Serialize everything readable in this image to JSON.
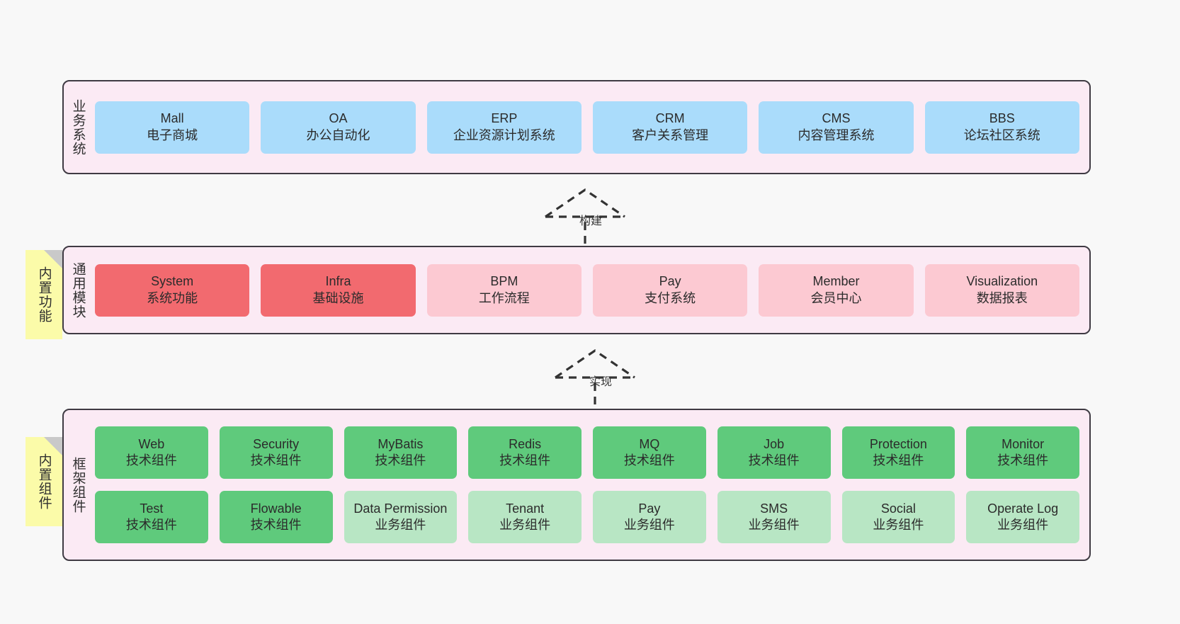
{
  "layers": [
    {
      "id": "business",
      "label": "业务系统",
      "rows": [
        {
          "cells": [
            {
              "title": "Mall",
              "subtitle": "电子商城",
              "style": "c-blue"
            },
            {
              "title": "OA",
              "subtitle": "办公自动化",
              "style": "c-blue"
            },
            {
              "title": "ERP",
              "subtitle": "企业资源计划系统",
              "style": "c-blue"
            },
            {
              "title": "CRM",
              "subtitle": "客户关系管理",
              "style": "c-blue"
            },
            {
              "title": "CMS",
              "subtitle": "内容管理系统",
              "style": "c-blue"
            },
            {
              "title": "BBS",
              "subtitle": "论坛社区系统",
              "style": "c-blue"
            }
          ]
        }
      ]
    },
    {
      "id": "common",
      "label": "通用模块",
      "sticky": "内置功能",
      "rows": [
        {
          "cells": [
            {
              "title": "System",
              "subtitle": "系统功能",
              "style": "c-red"
            },
            {
              "title": "Infra",
              "subtitle": "基础设施",
              "style": "c-red"
            },
            {
              "title": "BPM",
              "subtitle": "工作流程",
              "style": "c-pink"
            },
            {
              "title": "Pay",
              "subtitle": "支付系统",
              "style": "c-pink"
            },
            {
              "title": "Member",
              "subtitle": "会员中心",
              "style": "c-pink"
            },
            {
              "title": "Visualization",
              "subtitle": "数据报表",
              "style": "c-pink"
            }
          ]
        }
      ]
    },
    {
      "id": "framework",
      "label": "框架组件",
      "sticky": "内置组件",
      "rows": [
        {
          "cells": [
            {
              "title": "Web",
              "subtitle": "技术组件",
              "style": "c-green"
            },
            {
              "title": "Security",
              "subtitle": "技术组件",
              "style": "c-green"
            },
            {
              "title": "MyBatis",
              "subtitle": "技术组件",
              "style": "c-green"
            },
            {
              "title": "Redis",
              "subtitle": "技术组件",
              "style": "c-green"
            },
            {
              "title": "MQ",
              "subtitle": "技术组件",
              "style": "c-green"
            },
            {
              "title": "Job",
              "subtitle": "技术组件",
              "style": "c-green"
            },
            {
              "title": "Protection",
              "subtitle": "技术组件",
              "style": "c-green"
            },
            {
              "title": "Monitor",
              "subtitle": "技术组件",
              "style": "c-green"
            }
          ]
        },
        {
          "cells": [
            {
              "title": "Test",
              "subtitle": "技术组件",
              "style": "c-green"
            },
            {
              "title": "Flowable",
              "subtitle": "技术组件",
              "style": "c-green"
            },
            {
              "title": "Data Permission",
              "subtitle": "业务组件",
              "style": "c-lgreen"
            },
            {
              "title": "Tenant",
              "subtitle": "业务组件",
              "style": "c-lgreen"
            },
            {
              "title": "Pay",
              "subtitle": "业务组件",
              "style": "c-lgreen"
            },
            {
              "title": "SMS",
              "subtitle": "业务组件",
              "style": "c-lgreen"
            },
            {
              "title": "Social",
              "subtitle": "业务组件",
              "style": "c-lgreen"
            },
            {
              "title": "Operate Log",
              "subtitle": "业务组件",
              "style": "c-lgreen"
            }
          ]
        }
      ]
    }
  ],
  "connectors": [
    {
      "id": "build",
      "label": "构建"
    },
    {
      "id": "implement",
      "label": "实现"
    }
  ],
  "colors": {
    "panel_bg": "#fbeaf4",
    "panel_border": "#3f3a43",
    "blue": "#aadcfb",
    "red": "#f26a6f",
    "pink": "#fcc9d2",
    "green": "#5fca7c",
    "light_green": "#b8e6c4",
    "sticky": "#fbfba9",
    "canvas": "#f8f8f8"
  }
}
